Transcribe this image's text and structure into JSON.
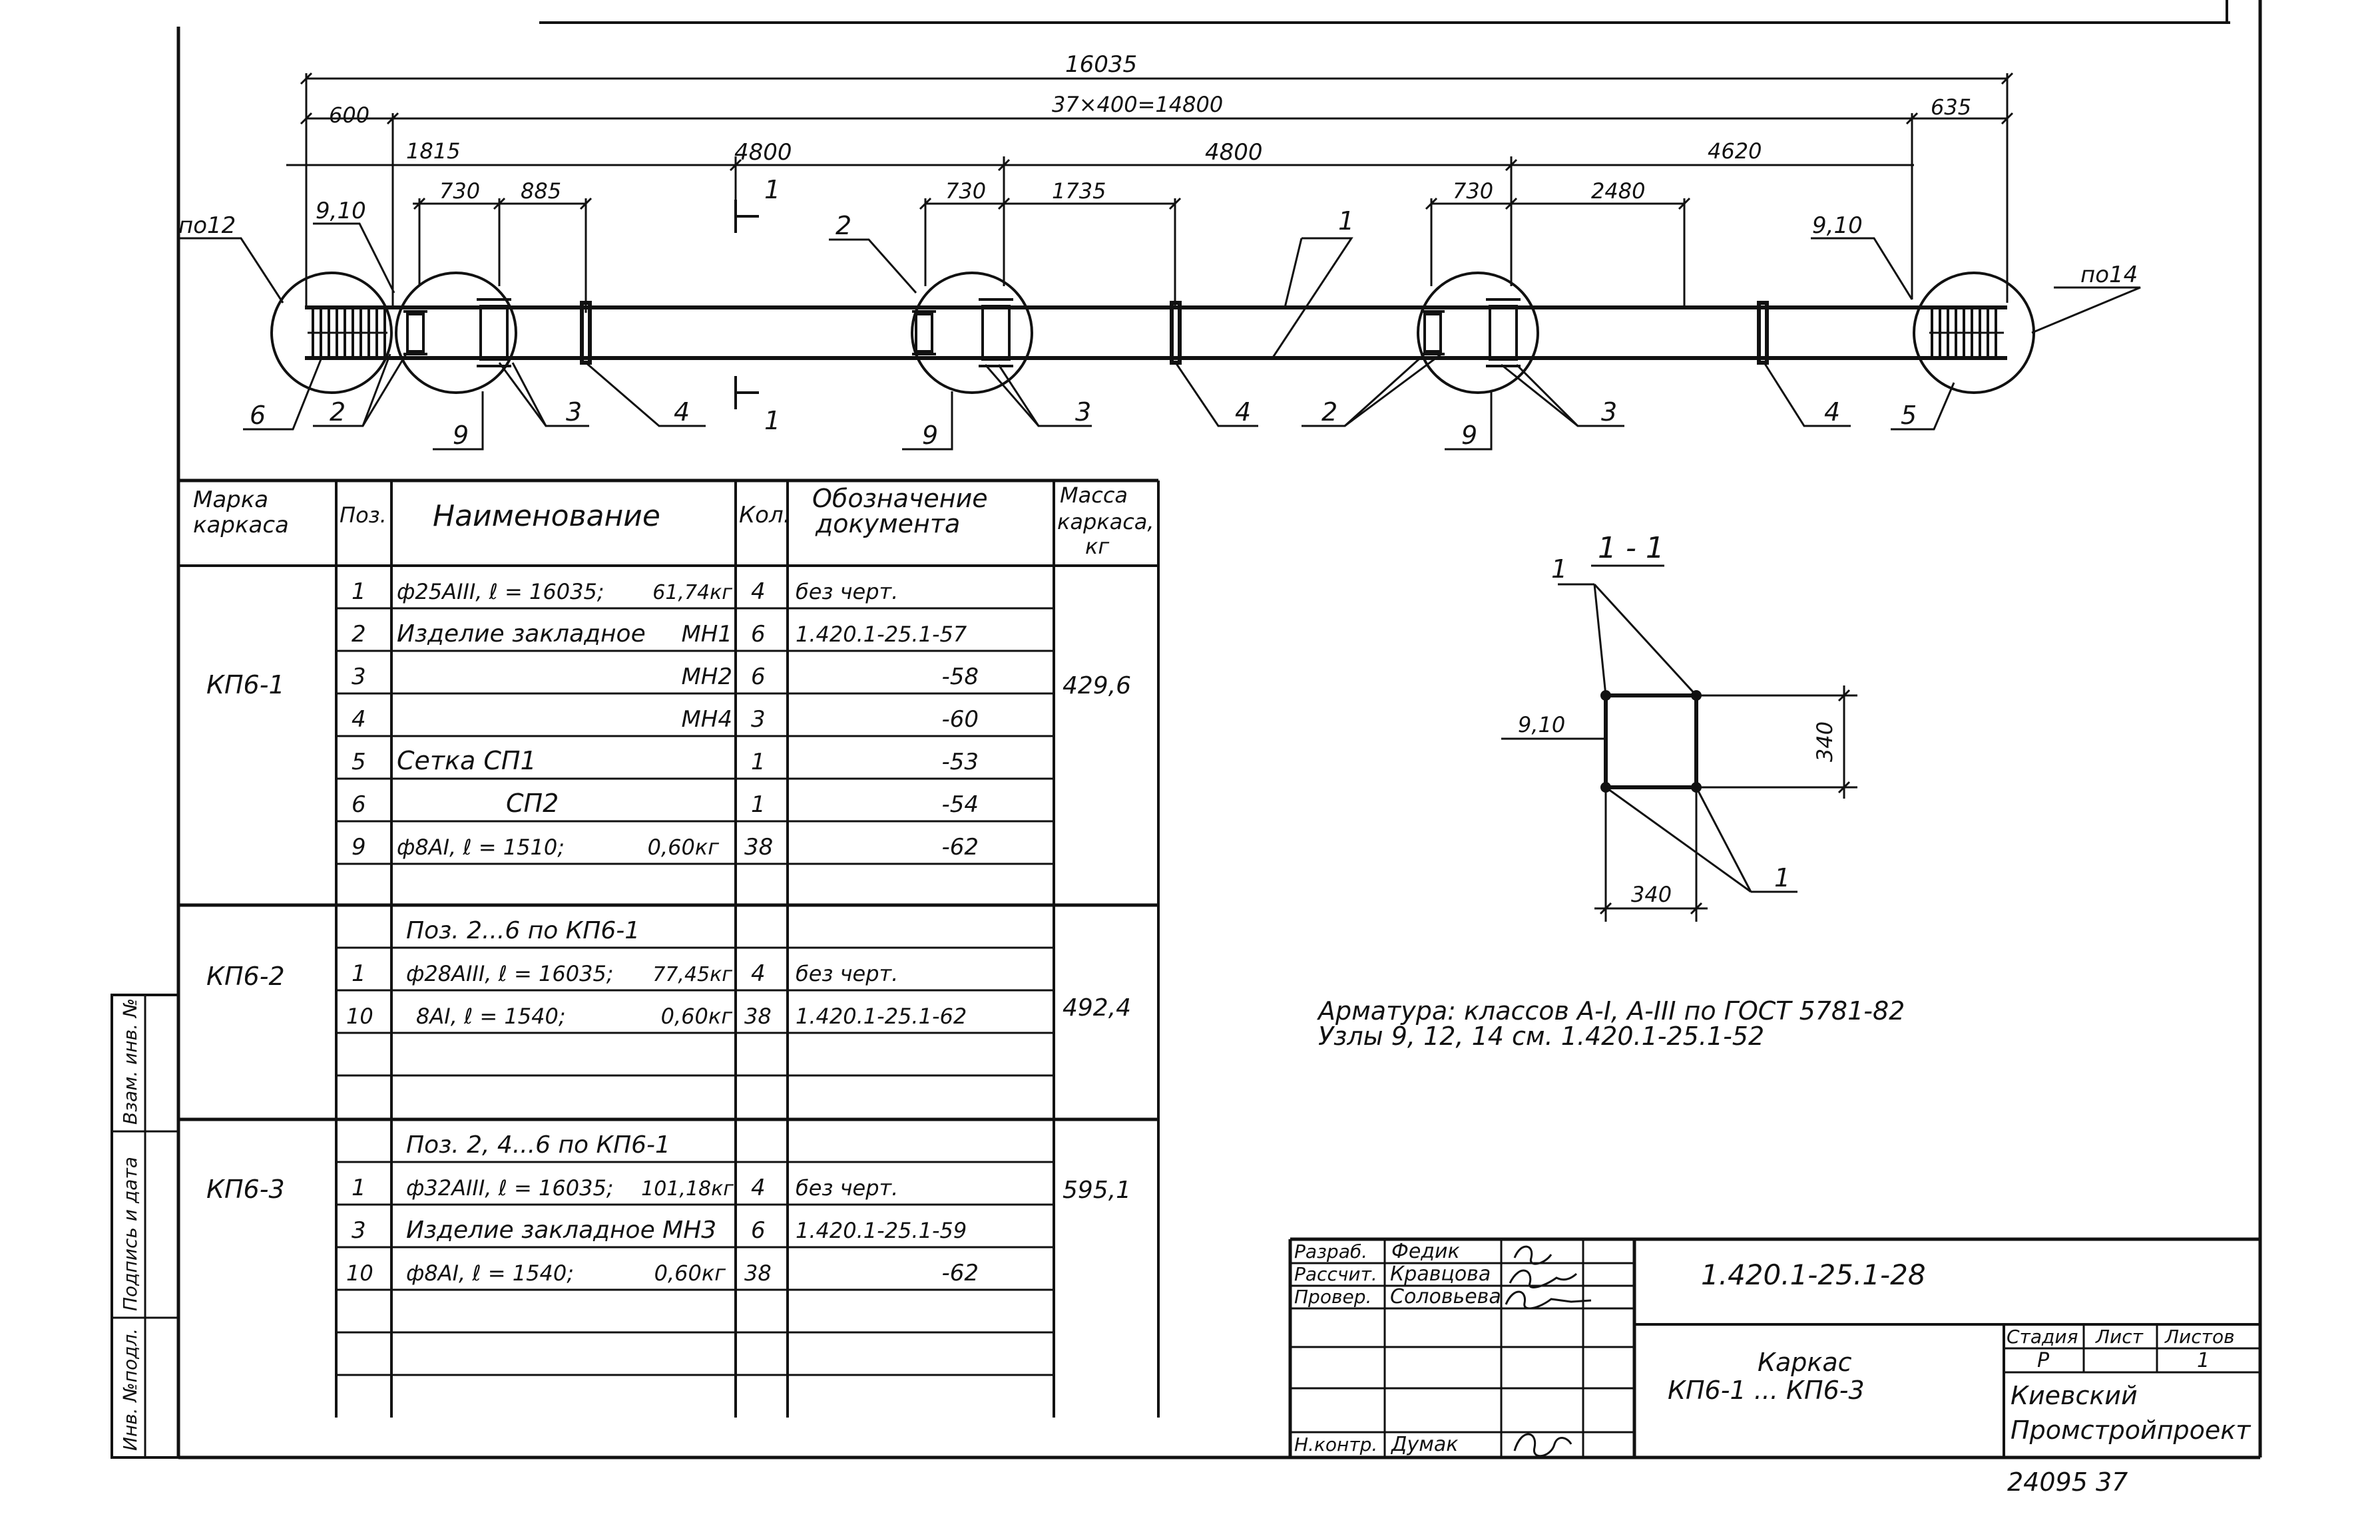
{
  "drawing": {
    "top_dims": {
      "overall": "16035",
      "bar_run": "37×400=14800",
      "left_end": "600",
      "right_end": "635",
      "seg_1815": "1815",
      "seg_4800a": "4800",
      "seg_4800b": "4800",
      "seg_4620": "4620",
      "seg_730a": "730",
      "seg_885": "885",
      "seg_730b": "730",
      "seg_1735": "1735",
      "seg_730c": "730",
      "seg_2480": "2480"
    },
    "callouts": {
      "po12": "по12",
      "po14": "по14",
      "n910_left": "9,10",
      "n910_right": "9,10",
      "n2_top": "2",
      "n1_top": "1",
      "n6": "6",
      "n2_a": "2",
      "n9_a": "9",
      "n3_a": "3",
      "n4_a": "4",
      "n9_b": "9",
      "n3_b": "3",
      "n4_b": "4",
      "n2_c": "2",
      "n9_c": "9",
      "n3_c": "3",
      "n4_c": "4",
      "n5": "5",
      "cut_top": "1",
      "cut_bot": "1"
    },
    "section": {
      "title": "1 - 1",
      "lead_top": "1",
      "lead_bottom": "1",
      "label_910": "9,10",
      "dim_h": "340",
      "dim_v": "340"
    },
    "notes": [
      "Арматура:  классов  А-I,  А-III  по   ГОСТ 5781-82",
      "Узлы  9, 12, 14  см.  1.420.1-25.1-52"
    ]
  },
  "spec_table": {
    "headers": {
      "marka": [
        "Марка",
        "каркаса"
      ],
      "pos": "Поз.",
      "name": "Наименование",
      "qty": "Кол.",
      "doc": [
        "Обозначение",
        "документа"
      ],
      "mass": [
        "Масса",
        "каркаса,",
        "кг"
      ]
    },
    "groups": [
      {
        "marka": "КП6-1",
        "mass": "429,6",
        "rows": [
          {
            "pos": "1",
            "name": "ф25АIII,  ℓ = 16035;",
            "name_r": "61,74кг",
            "qty": "4",
            "doc": "без  черт."
          },
          {
            "pos": "2",
            "name": "Изделие  закладное",
            "name_r": "МН1",
            "qty": "6",
            "doc": "1.420.1-25.1-57"
          },
          {
            "pos": "3",
            "name": "",
            "name_r": "МН2",
            "qty": "6",
            "doc": "-58"
          },
          {
            "pos": "4",
            "name": "",
            "name_r": "МН4",
            "qty": "3",
            "doc": "-60"
          },
          {
            "pos": "5",
            "name": "Сетка  СП1",
            "name_r": "",
            "qty": "1",
            "doc": "-53"
          },
          {
            "pos": "6",
            "name": "СП2",
            "name_r": "",
            "qty": "1",
            "doc": "-54"
          },
          {
            "pos": "9",
            "name": "ф8АI,  ℓ = 1510;",
            "name_r": "0,60кг",
            "qty": "38",
            "doc": "-62"
          }
        ]
      },
      {
        "marka": "КП6-2",
        "mass": "492,4",
        "rows": [
          {
            "pos": "",
            "name": "Поз.  2...6  по  КП6-1",
            "name_r": "",
            "qty": "",
            "doc": ""
          },
          {
            "pos": "1",
            "name": "ф28АIII,  ℓ = 16035;",
            "name_r": "77,45кг",
            "qty": "4",
            "doc": "без  черт."
          },
          {
            "pos": "10",
            "name": "8АI,  ℓ = 1540;",
            "name_r": "0,60кг",
            "qty": "38",
            "doc": "1.420.1-25.1-62"
          },
          {
            "pos": "",
            "name": "",
            "name_r": "",
            "qty": "",
            "doc": ""
          },
          {
            "pos": "",
            "name": "",
            "name_r": "",
            "qty": "",
            "doc": ""
          }
        ]
      },
      {
        "marka": "КП6-3",
        "mass": "595,1",
        "rows": [
          {
            "pos": "",
            "name": "Поз.  2, 4...6  по  КП6-1",
            "name_r": "",
            "qty": "",
            "doc": ""
          },
          {
            "pos": "1",
            "name": "ф32АIII,   ℓ = 16035;",
            "name_r": "101,18кг",
            "qty": "4",
            "doc": "без  черт."
          },
          {
            "pos": "3",
            "name": "Изделие  закладное  МН3",
            "name_r": "",
            "qty": "6",
            "doc": "1.420.1-25.1-59"
          },
          {
            "pos": "10",
            "name": "ф8АI,  ℓ = 1540;",
            "name_r": "0,60кг",
            "qty": "38",
            "doc": "-62"
          },
          {
            "pos": "",
            "name": "",
            "name_r": "",
            "qty": "",
            "doc": ""
          },
          {
            "pos": "",
            "name": "",
            "name_r": "",
            "qty": "",
            "doc": ""
          },
          {
            "pos": "",
            "name": "",
            "name_r": "",
            "qty": "",
            "doc": ""
          }
        ]
      }
    ]
  },
  "side_stamp": [
    "Инв. №подл.",
    "Подпись и дата",
    "Взам. инв. №"
  ],
  "title_block": {
    "roles": [
      {
        "role": "Разраб.",
        "name": "Федик"
      },
      {
        "role": "Рассчит.",
        "name": "Кравцова"
      },
      {
        "role": "Провер.",
        "name": "Соловьева"
      },
      {
        "role": "",
        "name": ""
      },
      {
        "role": "",
        "name": ""
      },
      {
        "role": "Н.контр.",
        "name": "Думак"
      }
    ],
    "doc_code": "1.420.1-25.1-28",
    "title_lines": [
      "Каркас",
      "КП6-1  ...  КП6-3"
    ],
    "stage_h": "Стадия",
    "sheet_h": "Лист",
    "sheets_h": "Листов",
    "stage": "Р",
    "sheet": "",
    "sheets": "1",
    "org_lines": [
      "Киевский",
      "Промстройпроект"
    ],
    "footer": "24095   37"
  }
}
